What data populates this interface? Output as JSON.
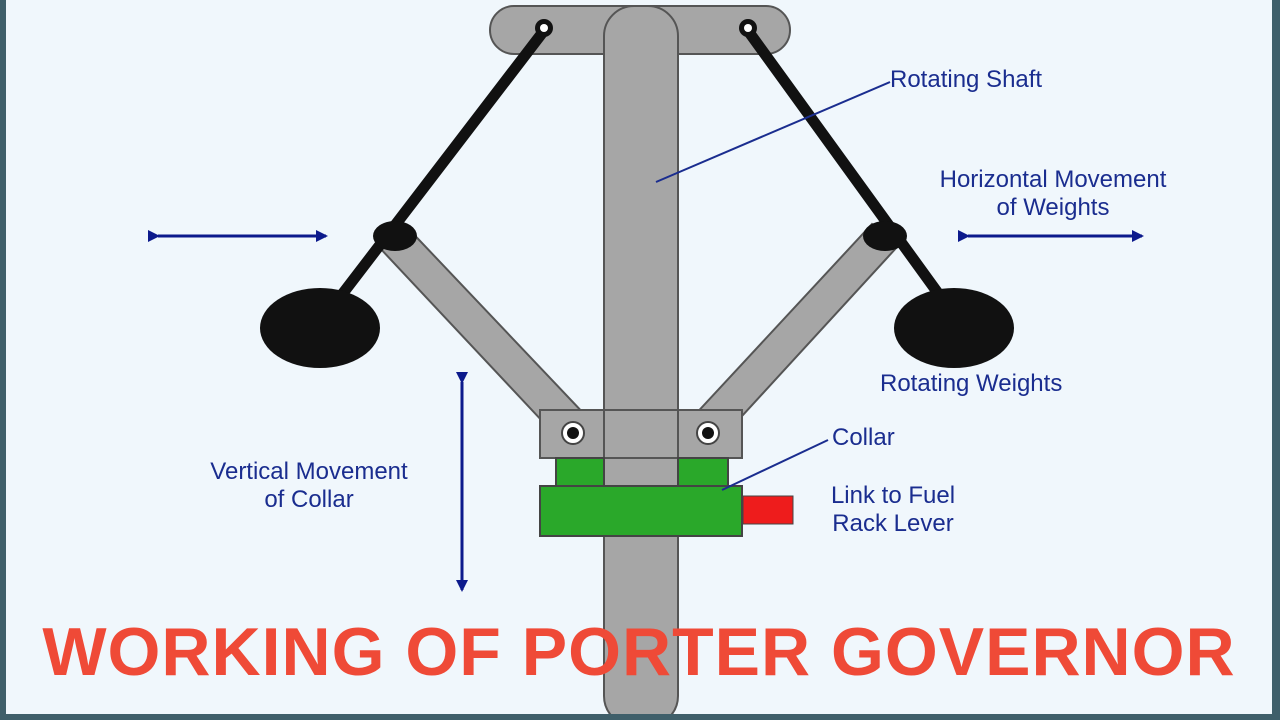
{
  "labels": {
    "rotating_shaft": "Rotating Shaft",
    "horizontal_movement_line1": "Horizontal Movement",
    "horizontal_movement_line2": "of Weights",
    "rotating_weights": "Rotating Weights",
    "collar": "Collar",
    "link_line1": "Link to Fuel",
    "link_line2": "Rack Lever",
    "vertical_movement_line1": "Vertical Movement",
    "vertical_movement_line2": "of Collar"
  },
  "title": "WORKING OF PORTER GOVERNOR",
  "colors": {
    "background": "#f0f7fc",
    "shaft": "#a6a6a6",
    "arms": "#111111",
    "collar": "#2aa82a",
    "fuel_link": "#ee1c1c",
    "arrows": "#0c1a8c",
    "label_text": "#1a2d8f",
    "title": "#ef4a37"
  }
}
